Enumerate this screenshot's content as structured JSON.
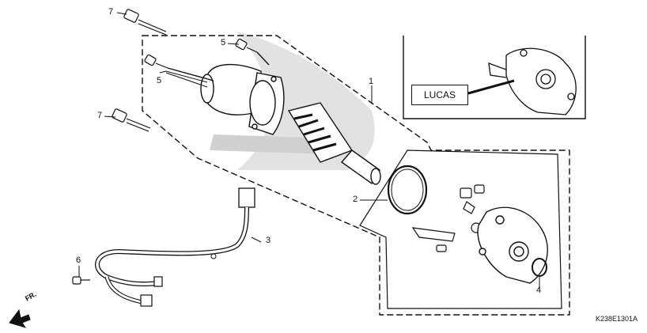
{
  "callouts": [
    {
      "id": "7-top",
      "text": "7"
    },
    {
      "id": "5-top",
      "text": "5"
    },
    {
      "id": "5-left",
      "text": "5"
    },
    {
      "id": "7-mid",
      "text": "7"
    },
    {
      "id": "1",
      "text": "1"
    },
    {
      "id": "2",
      "text": "2"
    },
    {
      "id": "3",
      "text": "3"
    },
    {
      "id": "4",
      "text": "4"
    },
    {
      "id": "6",
      "text": "6"
    }
  ],
  "inset_label": "LUCAS",
  "direction_label": "FR.",
  "diagram_code": "K238E1301A",
  "colors": {
    "line": "#111111",
    "watermark": "#d8d8d8"
  }
}
